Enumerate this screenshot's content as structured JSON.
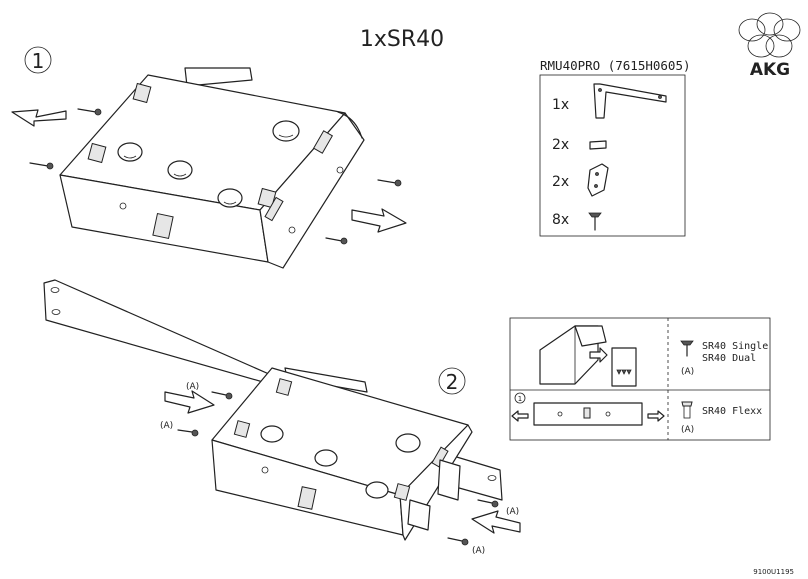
{
  "title": "1xSR40",
  "brand": {
    "name": "AKG"
  },
  "steps": {
    "step1": "1",
    "step2": "2"
  },
  "kit": {
    "header": "RMU40PRO (7615H0605)",
    "items": [
      {
        "qty": "1x",
        "part": "bracket-icon"
      },
      {
        "qty": "2x",
        "part": "spacer-icon"
      },
      {
        "qty": "2x",
        "part": "angle-plate-icon"
      },
      {
        "qty": "8x",
        "part": "screw-icon"
      }
    ]
  },
  "legend": {
    "sr40_single": "SR40 Single",
    "sr40_dual": "SR40 Dual",
    "sr40_flexx": "SR40 Flexx",
    "screw_a_label": "(A)",
    "step_one": "1"
  },
  "callouts": {
    "a": "(A)"
  },
  "doc_code": "9100U1195"
}
